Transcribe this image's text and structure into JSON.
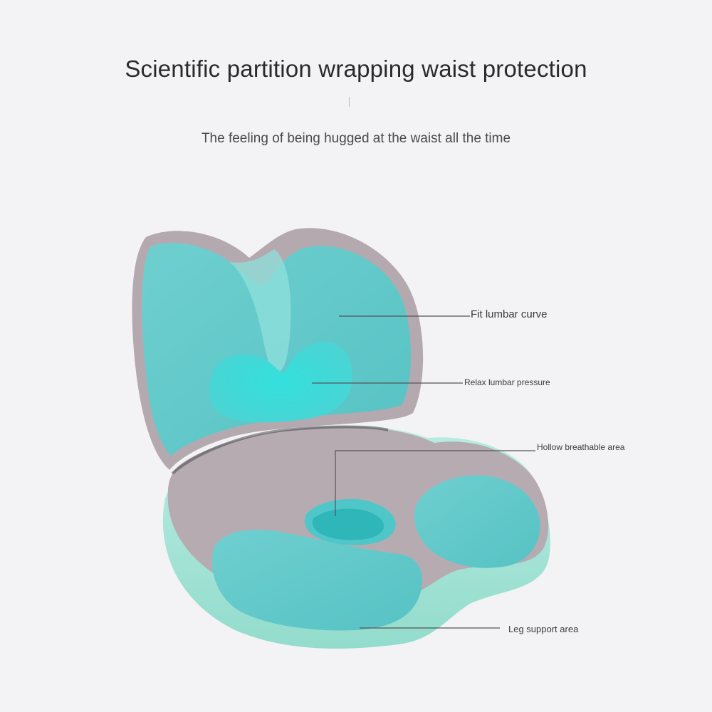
{
  "headline": "Scientific partition wrapping waist protection",
  "subheadline": "The feeling of being hugged at the waist all the time",
  "callouts": {
    "fit_lumbar_curve": "Fit lumbar curve",
    "relax_lumbar_pressure": "Relax lumbar pressure",
    "hollow_breathable_area": "Hollow breathable area",
    "leg_support_area": "Leg support area"
  },
  "colors": {
    "background": "#f3f3f5",
    "cover_grey": "#b6aab1",
    "gel_teal": "#5fc9c9",
    "gel_highlight": "#3fdcdc",
    "base_mint": "#a5e3d6"
  }
}
